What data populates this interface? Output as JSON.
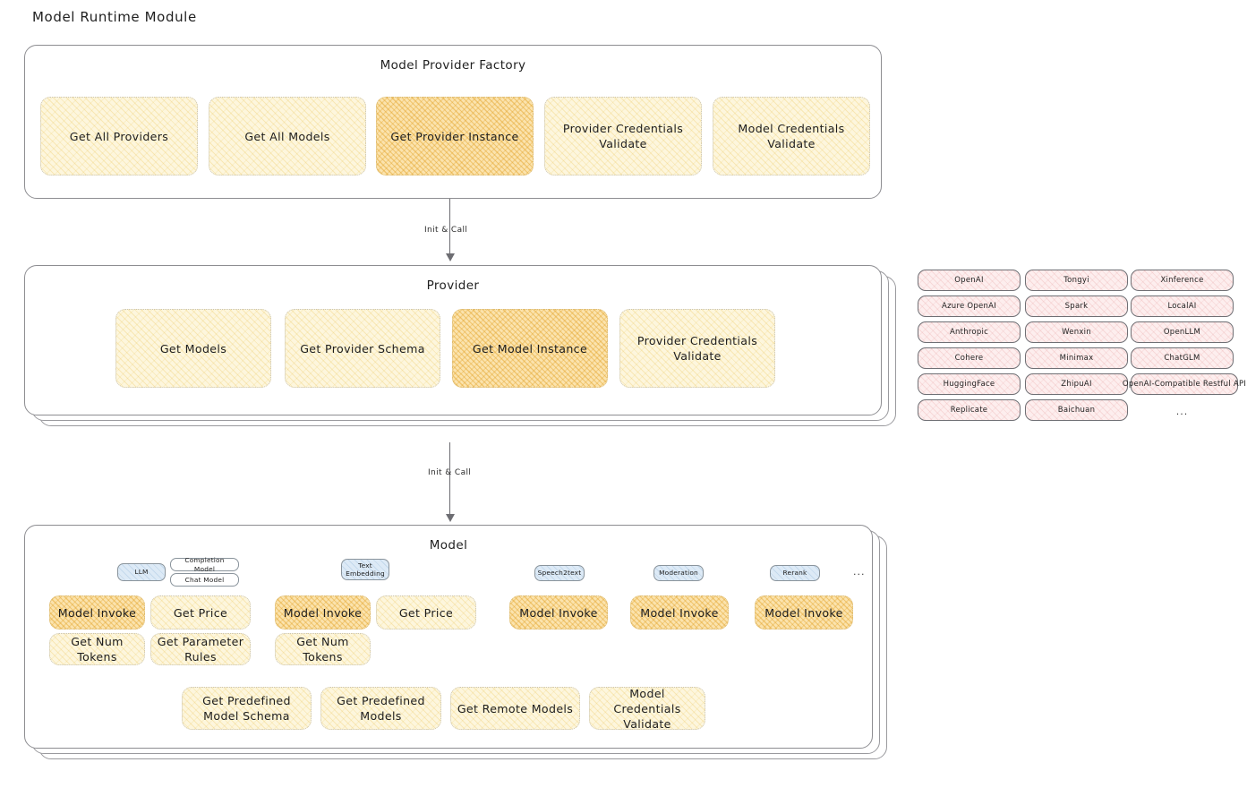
{
  "page": {
    "title": "Model Runtime Module"
  },
  "factory": {
    "title": "Model Provider Factory",
    "tiles": [
      {
        "label": "Get All Providers",
        "highlighted": false
      },
      {
        "label": "Get All Models",
        "highlighted": false
      },
      {
        "label": "Get Provider Instance",
        "highlighted": true
      },
      {
        "label": "Provider Credentials Validate",
        "highlighted": false
      },
      {
        "label": "Model Credentials Validate",
        "highlighted": false
      }
    ]
  },
  "arrows": [
    {
      "label": "Init & Call",
      "from": "Model Provider Factory",
      "to": "Provider"
    },
    {
      "label": "Init & Call",
      "from": "Provider",
      "to": "Model"
    }
  ],
  "provider": {
    "title": "Provider",
    "tiles": [
      {
        "label": "Get Models",
        "highlighted": false
      },
      {
        "label": "Get Provider Schema",
        "highlighted": false
      },
      {
        "label": "Get Model Instance",
        "highlighted": true
      },
      {
        "label": "Provider Credentials Validate",
        "highlighted": false
      }
    ]
  },
  "provider_list": {
    "columns": [
      [
        "OpenAI",
        "Azure OpenAI",
        "Anthropic",
        "Cohere",
        "HuggingFace",
        "Replicate"
      ],
      [
        "Tongyi",
        "Spark",
        "Wenxin",
        "Minimax",
        "ZhipuAI",
        "Baichuan"
      ],
      [
        "Xinference",
        "LocalAI",
        "OpenLLM",
        "ChatGLM",
        "OpenAI-Compatible Restful API"
      ]
    ],
    "ellipsis": "..."
  },
  "model": {
    "title": "Model",
    "ellipsis": "...",
    "groups": [
      {
        "badge": "LLM",
        "badge_style": "blue",
        "sub_badges": [
          "Completion Model",
          "Chat Model"
        ],
        "tiles": [
          {
            "label": "Model Invoke",
            "highlighted": true
          },
          {
            "label": "Get Price",
            "highlighted": false
          },
          {
            "label": "Get Num Tokens",
            "highlighted": false
          },
          {
            "label": "Get Parameter Rules",
            "highlighted": false
          }
        ]
      },
      {
        "badge": "Text Embedding",
        "badge_style": "blue",
        "sub_badges": [],
        "tiles": [
          {
            "label": "Model Invoke",
            "highlighted": true
          },
          {
            "label": "Get Price",
            "highlighted": false
          },
          {
            "label": "Get Num Tokens",
            "highlighted": false
          }
        ]
      },
      {
        "badge": "Speech2text",
        "badge_style": "blue",
        "sub_badges": [],
        "tiles": [
          {
            "label": "Model Invoke",
            "highlighted": true
          }
        ]
      },
      {
        "badge": "Moderation",
        "badge_style": "blue",
        "sub_badges": [],
        "tiles": [
          {
            "label": "Model Invoke",
            "highlighted": true
          }
        ]
      },
      {
        "badge": "Rerank",
        "badge_style": "blue",
        "sub_badges": [],
        "tiles": [
          {
            "label": "Model Invoke",
            "highlighted": true
          }
        ]
      }
    ],
    "shared_tiles": [
      {
        "label": "Get Predefined Model Schema"
      },
      {
        "label": "Get Predefined Models"
      },
      {
        "label": "Get Remote Models"
      },
      {
        "label": "Model Credentials Validate"
      }
    ]
  },
  "colors": {
    "tile_pale": "#fdf6dd",
    "tile_highlight": "#fbe3ad",
    "chip_pink": "#fdeeee",
    "badge_blue": "#ddeaf6",
    "card_border": "#8d8d91"
  }
}
